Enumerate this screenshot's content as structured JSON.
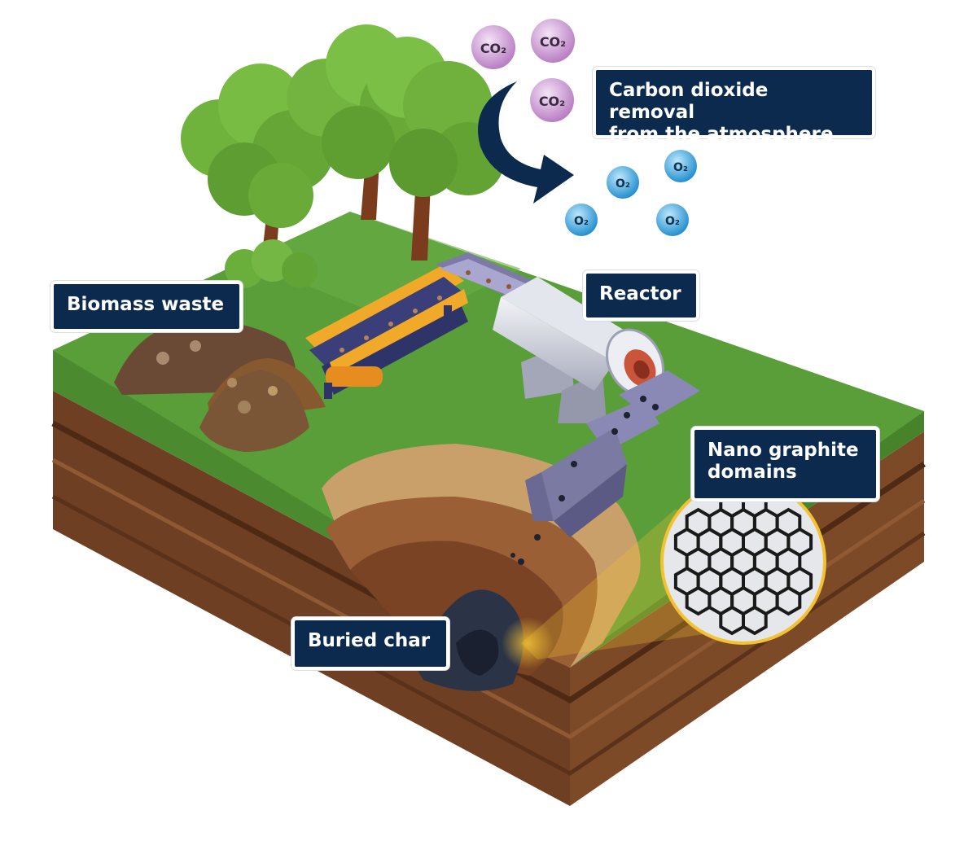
{
  "labels": {
    "co2_removal": "Carbon dioxide removal\nfrom the atmosphere",
    "biomass": "Biomass waste",
    "reactor": "Reactor",
    "graphite": "Nano graphite\ndomains",
    "char": "Buried char"
  },
  "molecules": {
    "co2": "CO₂",
    "o2": "O₂"
  },
  "colors": {
    "label_bg": "#0b2a4e",
    "grass": "#5a9e3a",
    "soil": "#7a4a2a",
    "co2_bubble": "#c79ad0",
    "o2_bubble": "#3aa6de",
    "arrow": "#0b2a4e",
    "highlight": "#f2c233"
  }
}
